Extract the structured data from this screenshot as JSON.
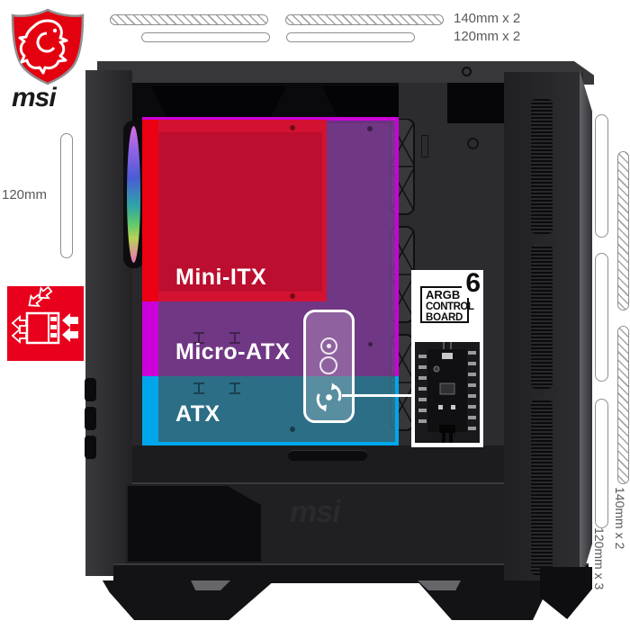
{
  "brand": {
    "wordmark": "msi",
    "shield_color": "#e3000f"
  },
  "fan_annotations": {
    "top_row1": "140mm x 2",
    "top_row2": "120mm x 2",
    "left": "120mm",
    "right_outer": "140mm x 2",
    "right_inner": "120mm x 3",
    "label_color": "#58595b"
  },
  "motherboard_overlays": [
    {
      "label": "Mini-ITX",
      "fill": "#c11031",
      "accent": "#ec0016"
    },
    {
      "label": "Micro-ATX",
      "fill": "#7a3f8b",
      "accent": "#cc00d8"
    },
    {
      "label": "ATX",
      "fill": "#2e6a81",
      "accent": "#00a6ec"
    }
  ],
  "argb_board": {
    "line1": "ARGB",
    "line2": "CONTROL",
    "line3": "BOARD",
    "count": "6"
  },
  "case": {
    "body_logo": "msi"
  },
  "icons": {
    "top_left": "msi-dragon-shield-icon",
    "left_red_square": "airflow-direction-icon",
    "center_tool": "rotate-arrows-icon",
    "front": "rgb-fan"
  }
}
